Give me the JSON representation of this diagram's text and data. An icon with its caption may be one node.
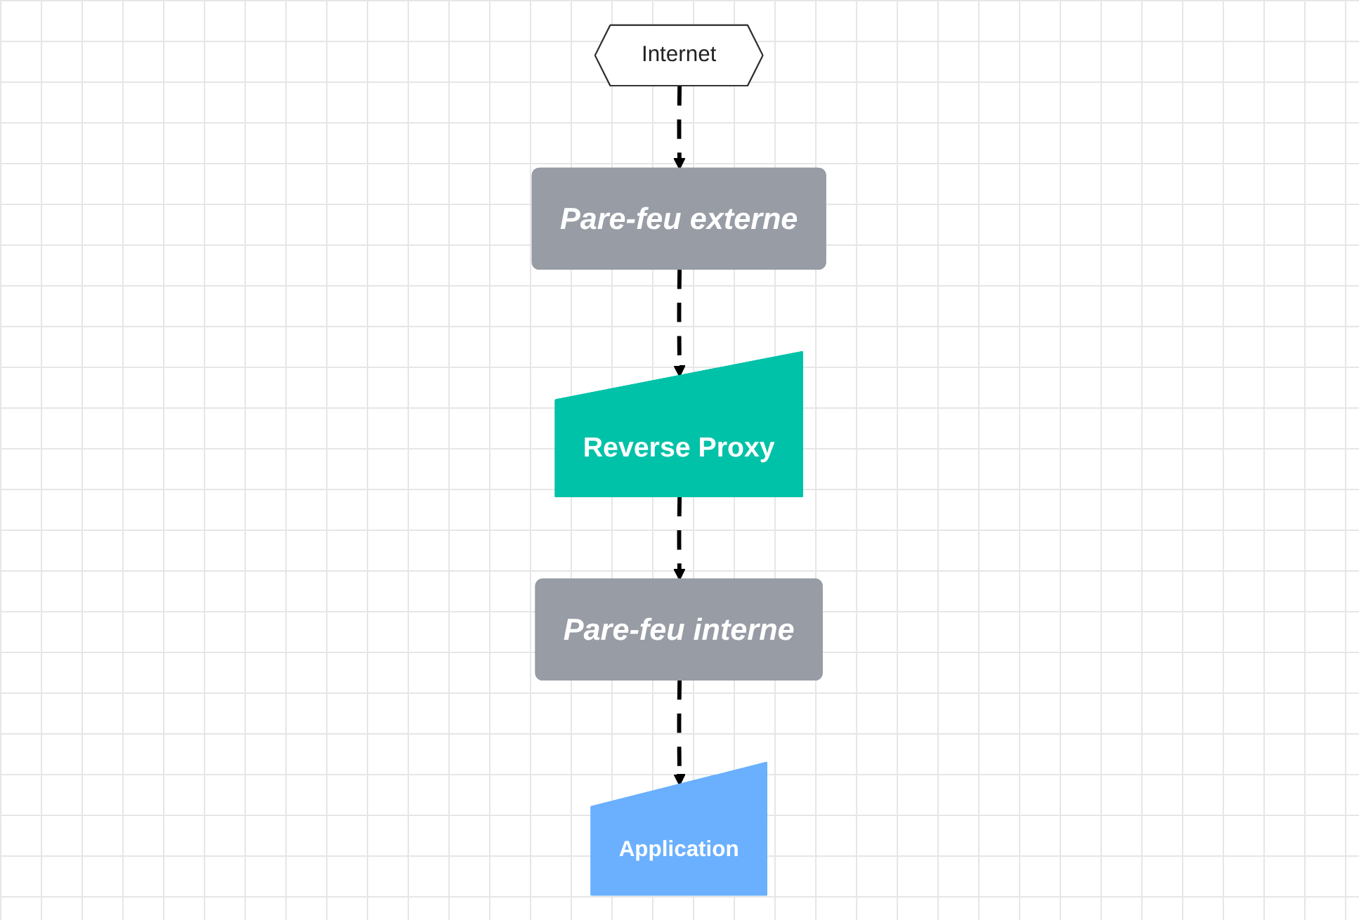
{
  "diagram": {
    "nodes": [
      {
        "text": [
          "Internet"
        ]
      },
      {
        "text": [
          "Pare-feu interne"
        ]
      },
      {
        "text": [
          "Pare-feu externe"
        ]
      },
      {
        "text": [
          "Application"
        ]
      },
      {
        "text": [
          "Reverse Proxy"
        ]
      }
    ],
    "edges": [
      {
        "from": 0,
        "to": 2,
        "arrow": "to",
        "style": "dashed"
      },
      {
        "from": 2,
        "to": 4,
        "arrow": "to",
        "style": "dashed"
      },
      {
        "from": 4,
        "to": 1,
        "arrow": "to",
        "style": "dashed"
      },
      {
        "from": 1,
        "to": 3,
        "arrow": "to",
        "style": "dashed"
      }
    ]
  }
}
